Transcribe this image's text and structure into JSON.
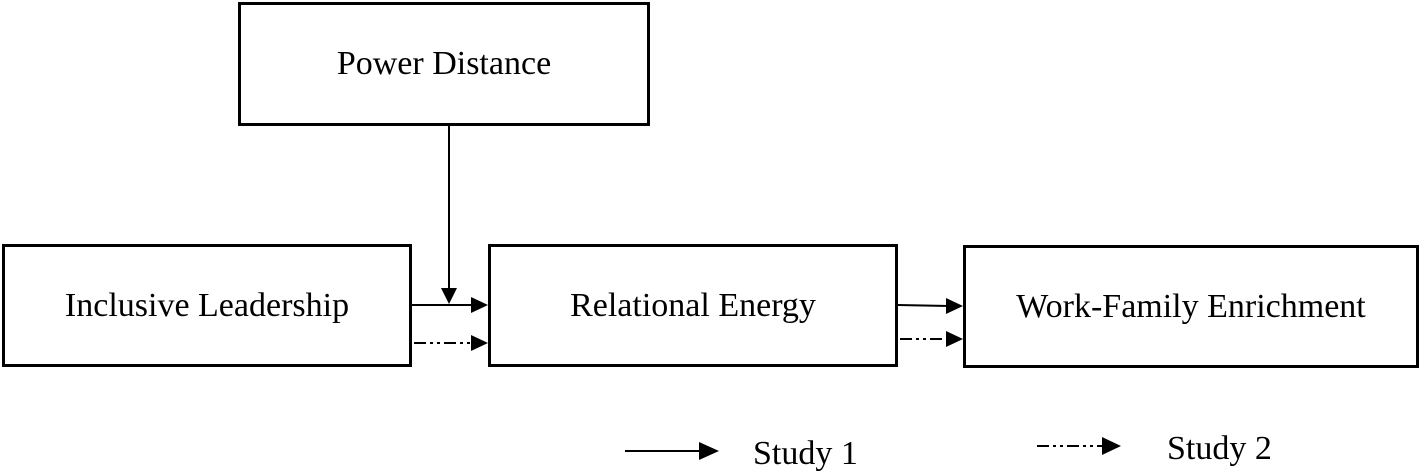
{
  "diagram": {
    "nodes": {
      "power_distance": "Power Distance",
      "inclusive_leadership": "Inclusive Leadership",
      "relational_energy": "Relational Energy",
      "work_family_enrichment": "Work-Family Enrichment"
    },
    "edges": [
      {
        "from": "power_distance",
        "to": "inclusive_leadership->relational_energy",
        "style": "solid",
        "kind": "moderation"
      },
      {
        "from": "inclusive_leadership",
        "to": "relational_energy",
        "style": "solid"
      },
      {
        "from": "inclusive_leadership",
        "to": "relational_energy",
        "style": "dash-dot"
      },
      {
        "from": "relational_energy",
        "to": "work_family_enrichment",
        "style": "solid"
      },
      {
        "from": "relational_energy",
        "to": "work_family_enrichment",
        "style": "dash-dot"
      }
    ],
    "legend": {
      "study1": "Study 1",
      "study2": "Study 2"
    }
  },
  "colors": {
    "line": "#000000",
    "background": "#ffffff"
  }
}
